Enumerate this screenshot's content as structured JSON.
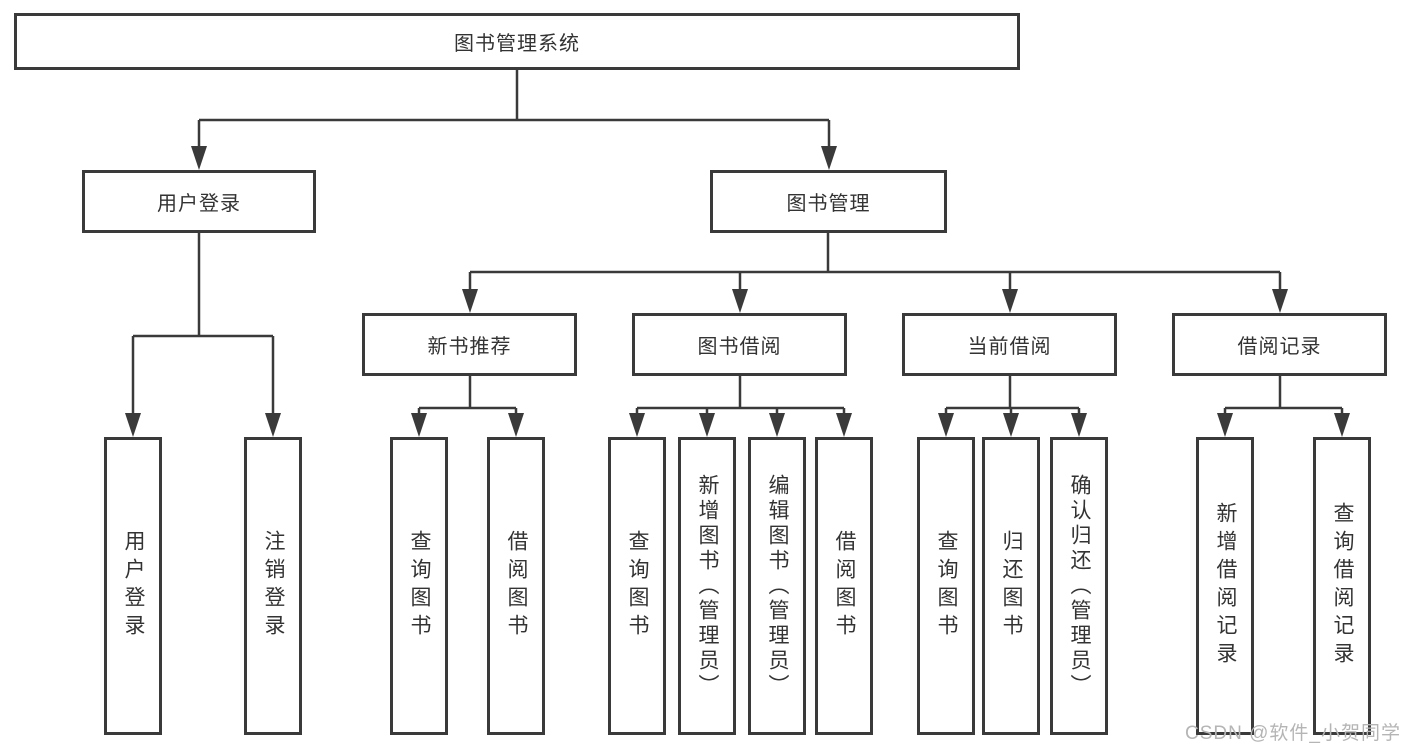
{
  "tree": {
    "root": {
      "label": "图书管理系统"
    },
    "children": [
      {
        "label": "用户登录",
        "children": [
          {
            "label": "用户登录"
          },
          {
            "label": "注销登录"
          }
        ]
      },
      {
        "label": "图书管理",
        "children": [
          {
            "label": "新书推荐",
            "children": [
              {
                "label": "查询图书"
              },
              {
                "label": "借阅图书"
              }
            ]
          },
          {
            "label": "图书借阅",
            "children": [
              {
                "label": "查询图书"
              },
              {
                "label": "新增图书（管理员）"
              },
              {
                "label": "编辑图书（管理员）"
              },
              {
                "label": "借阅图书"
              }
            ]
          },
          {
            "label": "当前借阅",
            "children": [
              {
                "label": "查询图书"
              },
              {
                "label": "归还图书"
              },
              {
                "label": "确认归还（管理员）"
              }
            ]
          },
          {
            "label": "借阅记录",
            "children": [
              {
                "label": "新增借阅记录"
              },
              {
                "label": "查询借阅记录"
              }
            ]
          }
        ]
      }
    ]
  },
  "watermark": "CSDN @软件_小贺同学",
  "colors": {
    "line": "#3a3a3a",
    "text": "#333333",
    "background": "#ffffff",
    "watermark": "#b5b5b5"
  }
}
